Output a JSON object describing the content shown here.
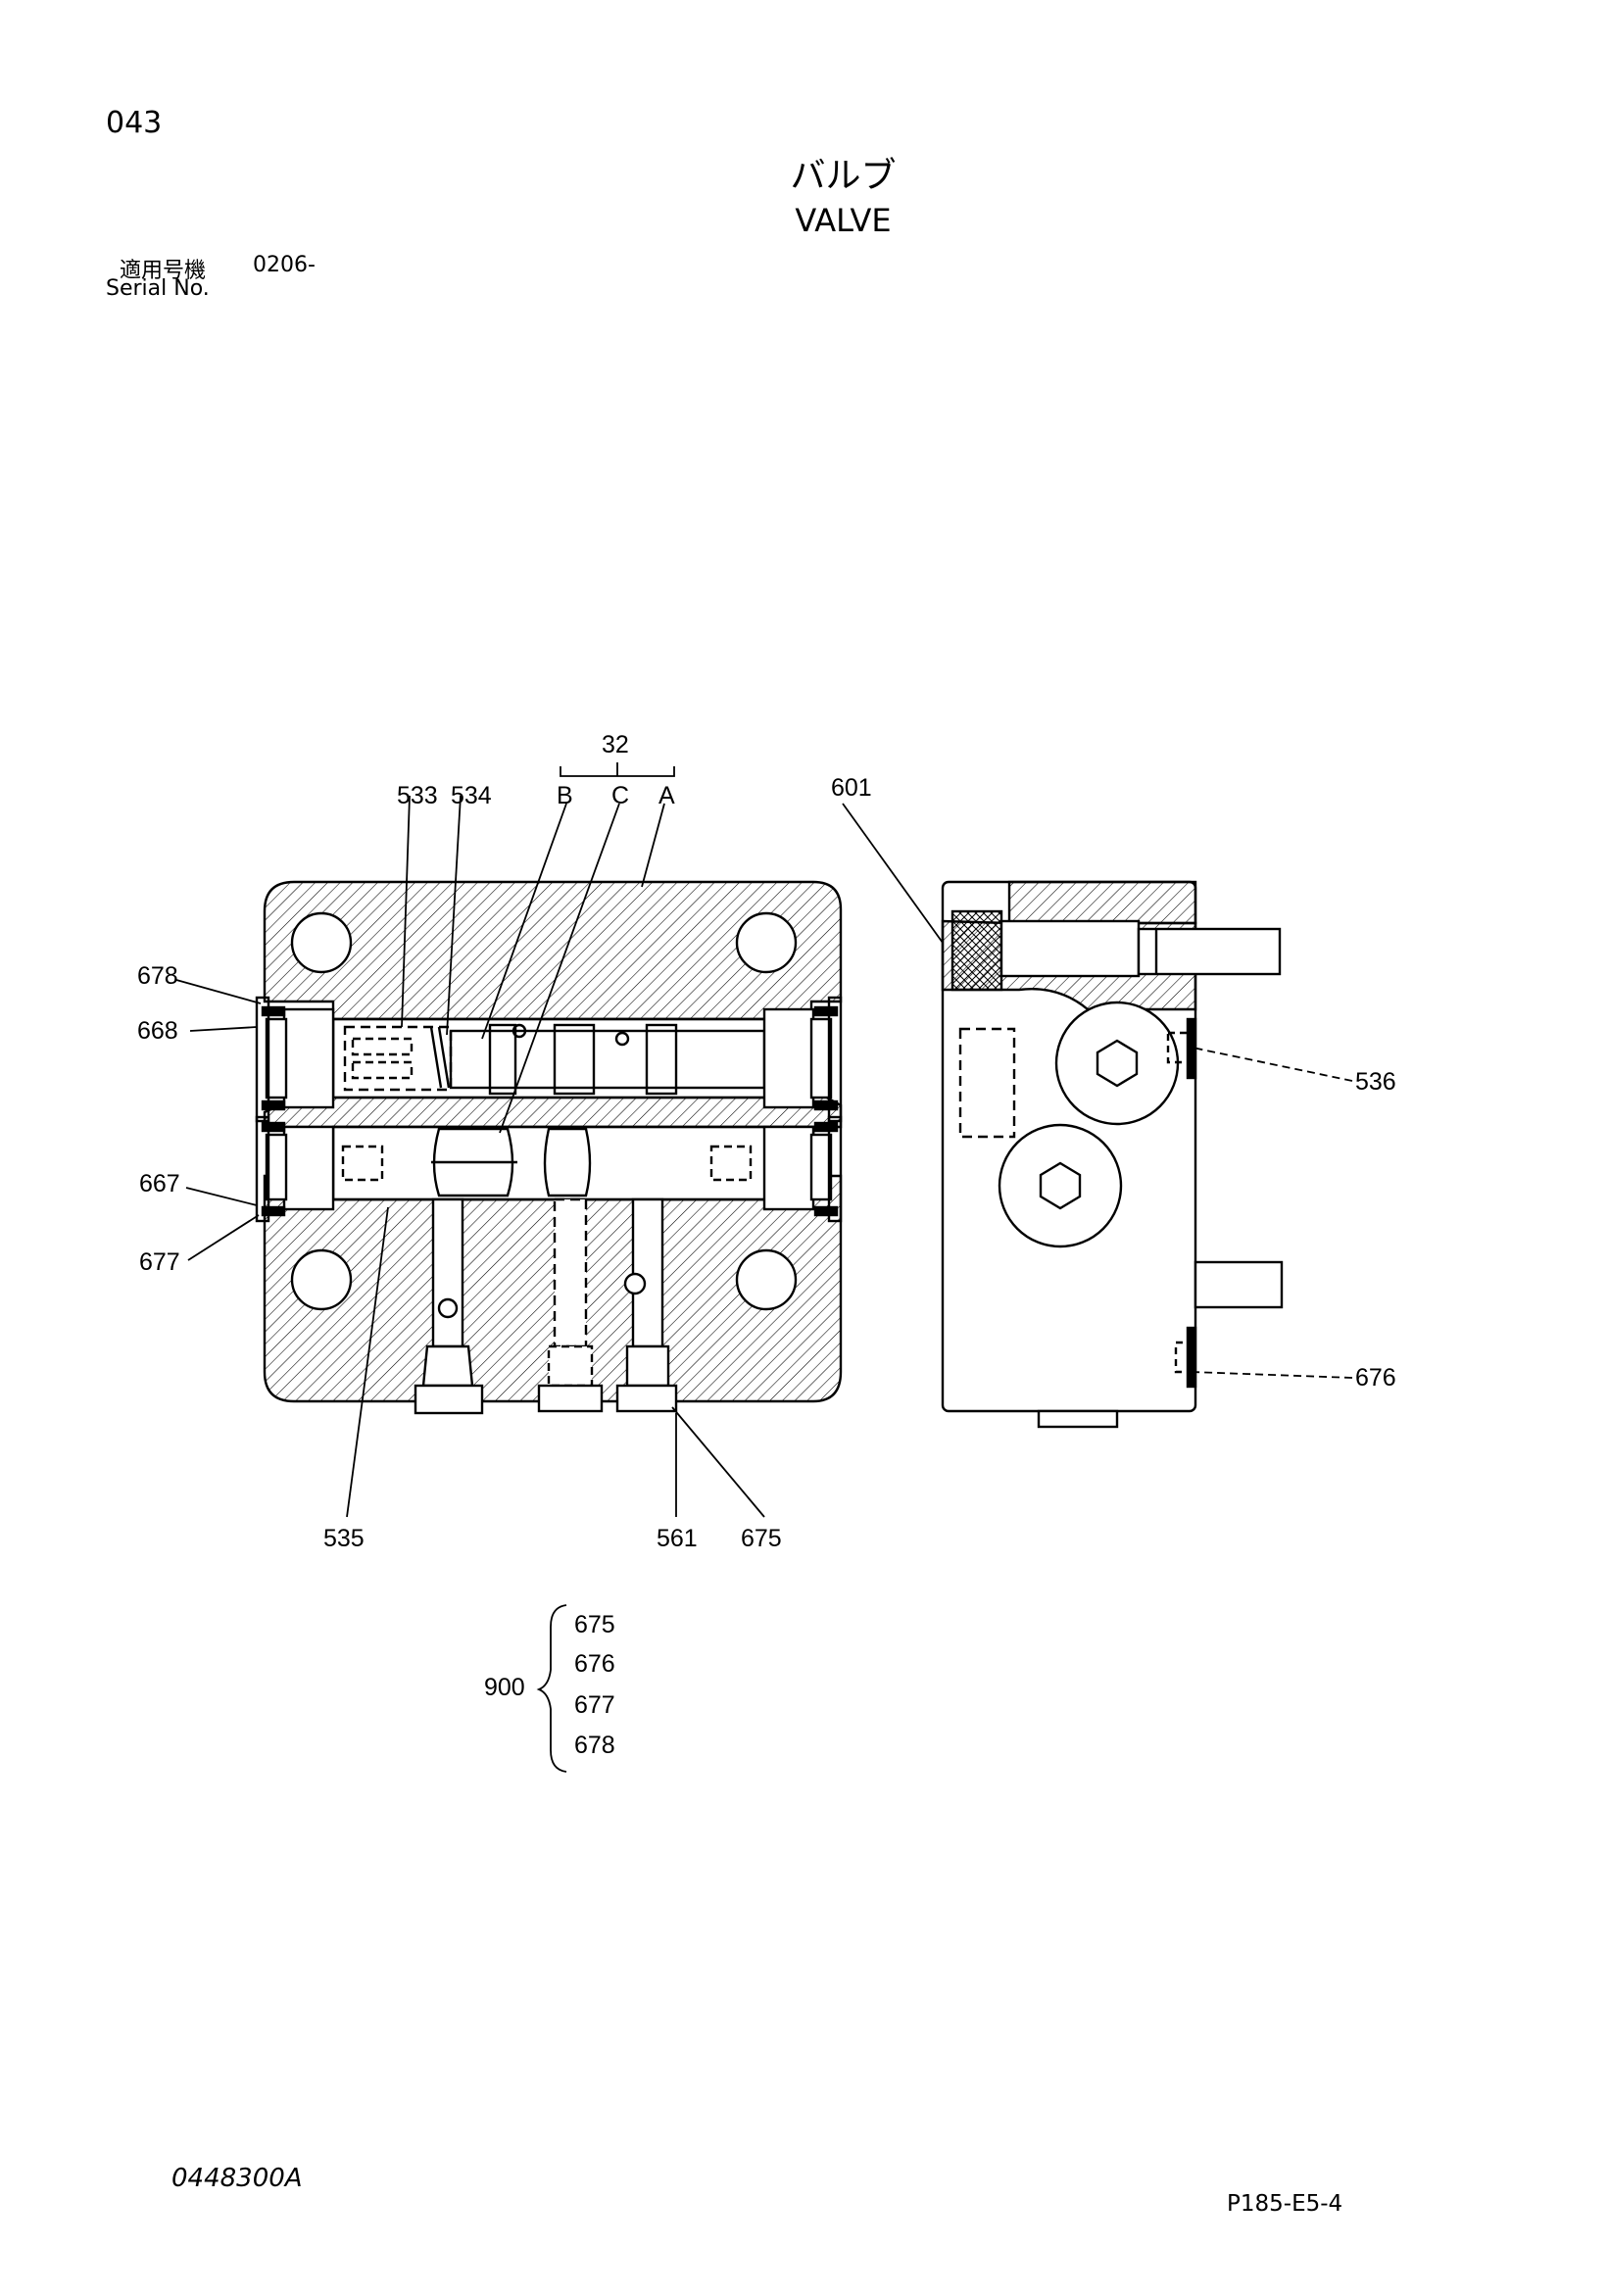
{
  "page_number": "043",
  "title_jp": "バルブ",
  "title_en": "VALVE",
  "serial_jp": "適用号機",
  "serial_en": "Serial No.",
  "serial_value": "0206-",
  "doc_code": "0448300A",
  "page_ref": "P185-E5-4",
  "callouts": {
    "c32": "32",
    "cB": "B",
    "cC": "C",
    "cA": "A",
    "c533": "533",
    "c534": "534",
    "c601": "601",
    "c678": "678",
    "c668": "668",
    "c667": "667",
    "c677": "677",
    "c536": "536",
    "c676": "676",
    "c535": "535",
    "c561": "561",
    "c675": "675"
  },
  "kit": {
    "number": "900",
    "items": [
      "675",
      "676",
      "677",
      "678"
    ]
  }
}
